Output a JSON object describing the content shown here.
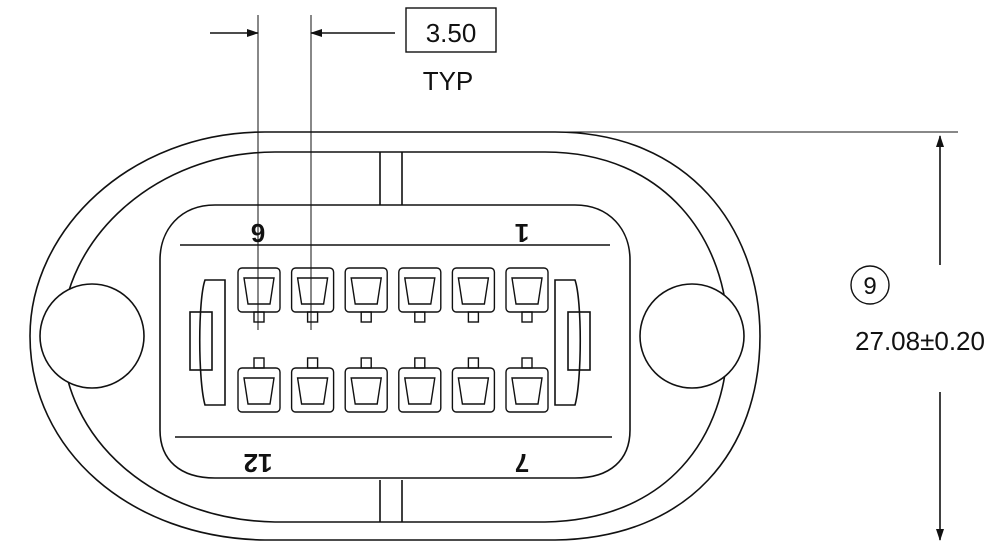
{
  "pitch_dimension": {
    "value": "3.50",
    "qualifier": "TYP"
  },
  "height_dimension": {
    "callout": "9",
    "value": "27.08±0.20"
  },
  "pin_numbers": {
    "top_left": "6",
    "top_right": "1",
    "bottom_left": "12",
    "bottom_right": "7"
  },
  "contacts": {
    "rows": 2,
    "columns": 6
  },
  "colors": {
    "line": "#111111",
    "background": "#ffffff"
  }
}
